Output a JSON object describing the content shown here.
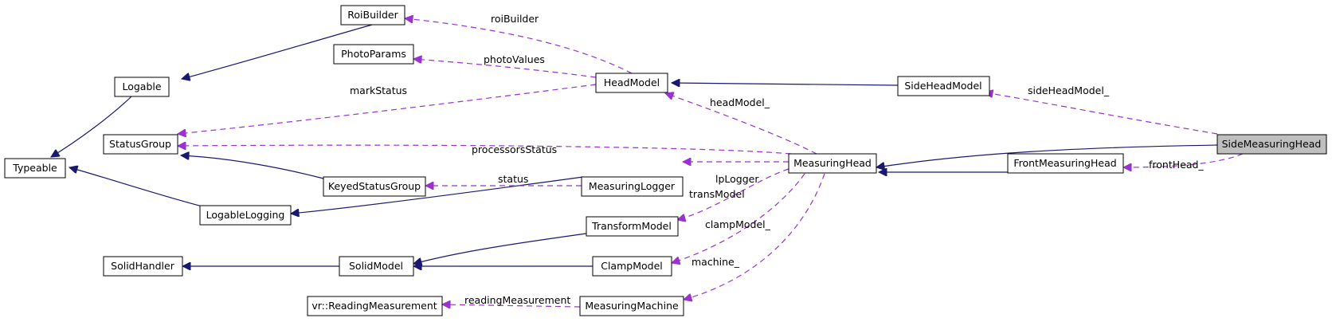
{
  "nodes": {
    "RoiBuilder": "RoiBuilder",
    "PhotoParams": "PhotoParams",
    "Logable": "Logable",
    "StatusGroup": "StatusGroup",
    "Typeable": "Typeable",
    "HeadModel": "HeadModel",
    "SideHeadModel": "SideHeadModel",
    "SideMeasuringHead": "SideMeasuringHead",
    "KeyedStatusGroup": "KeyedStatusGroup",
    "MeasuringLogger": "MeasuringLogger",
    "MeasuringHead": "MeasuringHead",
    "FrontMeasuringHead": "FrontMeasuringHead",
    "LogableLogging": "LogableLogging",
    "TransformModel": "TransformModel",
    "SolidHandler": "SolidHandler",
    "SolidModel": "SolidModel",
    "ClampModel": "ClampModel",
    "ReadingMeasurement": "vr::ReadingMeasurement",
    "MeasuringMachine": "MeasuringMachine"
  },
  "edge_labels": {
    "roiBuilder": "roiBuilder",
    "photoValues": "photoValues",
    "markStatus": "markStatus",
    "headModel": "headModel_",
    "sideHeadModel": "sideHeadModel_",
    "processorsStatus": "processorsStatus",
    "frontHead": "frontHead_",
    "status": "status",
    "lpLogger": "lpLogger",
    "transModel": "transModel",
    "clampModel": "clampModel_",
    "machine": "machine_",
    "readingMeasurement": "readingMeasurement"
  },
  "colors": {
    "inheritance_edge": "#191970",
    "usage_edge": "#9a32cd",
    "highlight_node_fill": "#bfbfbf",
    "node_fill": "#ffffff"
  }
}
